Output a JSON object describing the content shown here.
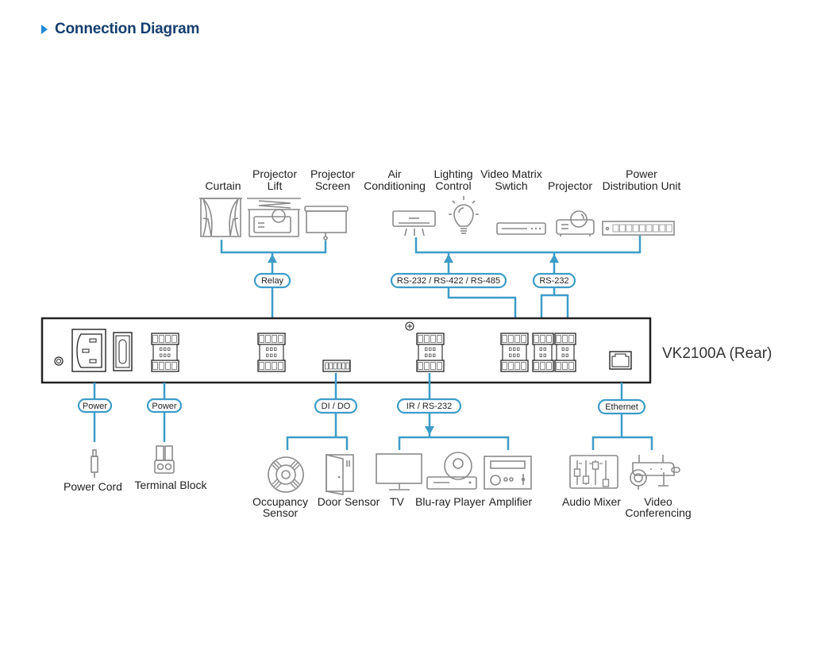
{
  "title": "Connection Diagram",
  "device": {
    "name": "VK2100A (Rear)"
  },
  "colors": {
    "accent": "#1e8ad6",
    "title": "#153e6e",
    "line": "#3d9cc8",
    "icon": "#8a8a8a"
  },
  "top_devices": [
    {
      "icon": "curtain-icon",
      "label_lines": [
        "Curtain"
      ]
    },
    {
      "icon": "projector-lift-icon",
      "label_lines": [
        "Projector",
        "Lift"
      ]
    },
    {
      "icon": "projector-screen-icon",
      "label_lines": [
        "Projector",
        "Screen"
      ]
    },
    {
      "icon": "air-conditioning-icon",
      "label_lines": [
        "Air",
        "Conditioning"
      ]
    },
    {
      "icon": "lighting-control-icon",
      "label_lines": [
        "Lighting",
        "Control"
      ]
    },
    {
      "icon": "video-matrix-switch-icon",
      "label_lines": [
        "Video Matrix",
        "Swtich"
      ]
    },
    {
      "icon": "projector-icon",
      "label_lines": [
        "Projector"
      ]
    },
    {
      "icon": "pdu-icon",
      "label_lines": [
        "Power",
        "Distribution Unit"
      ]
    }
  ],
  "connections": {
    "relay": "Relay",
    "serial_multi": "RS-232 / RS-422 / RS-485",
    "serial": "RS-232",
    "power_cord": "Power",
    "power_terminal": "Power",
    "dido": "DI / DO",
    "ir_serial": "IR / RS-232",
    "ethernet": "Ethernet"
  },
  "bottom_devices": [
    {
      "icon": "power-cord-icon",
      "label_lines": [
        "Power Cord"
      ]
    },
    {
      "icon": "terminal-block-icon",
      "label_lines": [
        "Terminal Block"
      ]
    },
    {
      "icon": "occupancy-sensor-icon",
      "label_lines": [
        "Occupancy",
        "Sensor"
      ]
    },
    {
      "icon": "door-sensor-icon",
      "label_lines": [
        "Door Sensor"
      ]
    },
    {
      "icon": "tv-icon",
      "label_lines": [
        "TV"
      ]
    },
    {
      "icon": "bluray-player-icon",
      "label_lines": [
        "Blu-ray Player"
      ]
    },
    {
      "icon": "amplifier-icon",
      "label_lines": [
        "Amplifier"
      ]
    },
    {
      "icon": "audio-mixer-icon",
      "label_lines": [
        "Audio Mixer"
      ]
    },
    {
      "icon": "video-conferencing-icon",
      "label_lines": [
        "Video",
        "Conferencing"
      ]
    }
  ]
}
